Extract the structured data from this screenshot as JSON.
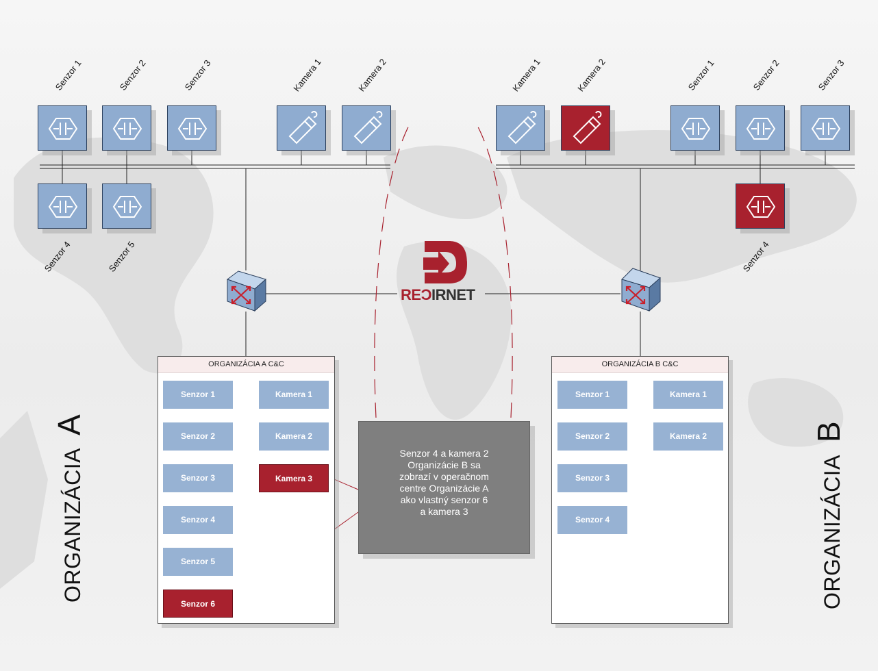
{
  "colors": {
    "device_blue": "#8facd0",
    "device_red": "#a8212e",
    "item_blue": "#97b2d3",
    "note_gray": "#7f7f7f"
  },
  "org_a": {
    "label": "ORGANIZÁCIA",
    "letter": "A",
    "devices": {
      "senzor1": "Senzor 1",
      "senzor2": "Senzor 2",
      "senzor3": "Senzor 3",
      "kamera1": "Kamera 1",
      "kamera2": "Kamera 2",
      "senzor4": "Senzor 4",
      "senzor5": "Senzor 5"
    },
    "panel": {
      "title": "ORGANIZÁCIA A C&C",
      "items": [
        "Senzor 1",
        "Senzor 2",
        "Senzor 3",
        "Senzor 4",
        "Senzor 5",
        "Senzor 6",
        "Kamera 1",
        "Kamera 2",
        "Kamera 3"
      ]
    }
  },
  "org_b": {
    "label": "ORGANIZÁCIA",
    "letter": "B",
    "devices": {
      "kamera1": "Kamera 1",
      "kamera2": "Kamera 2",
      "senzor1": "Senzor 1",
      "senzor2": "Senzor 2",
      "senzor3": "Senzor 3",
      "senzor4": "Senzor 4"
    },
    "panel": {
      "title": "ORGANIZÁCIA B C&C",
      "items": [
        "Senzor 1",
        "Senzor 2",
        "Senzor 3",
        "Senzor 4",
        "Kamera 1",
        "Kamera 2"
      ]
    }
  },
  "logo": {
    "prefix": "RE",
    "mark": "Ɔ",
    "suffix": "IRNET"
  },
  "note": "Senzor 4 a kamera 2\nOrganizácie B sa\nzobrazí v operačnom\ncentre Organizácie A\nako vlastný senzor 6\na kamera 3"
}
